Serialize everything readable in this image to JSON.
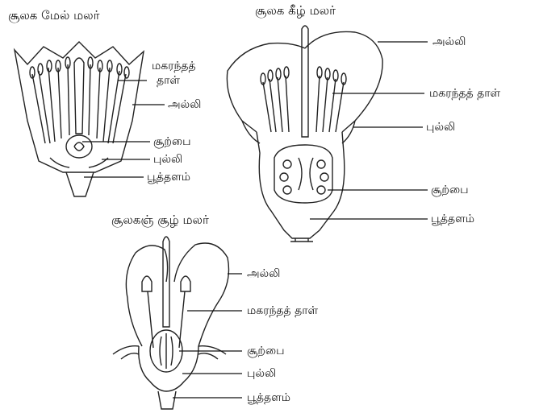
{
  "figure_a": {
    "title": "சூலக மேல் மலர்",
    "labels": {
      "stamen_line1": "மகரந்தத்",
      "stamen_line2": "தாள்",
      "petal": "அல்லி",
      "ovary": "சூற்பை",
      "sepal": "புல்லி",
      "thalamus": "பூத்தளம்"
    }
  },
  "figure_b": {
    "title": "சூலக கீழ் மலர்",
    "labels": {
      "petal": "அல்லி",
      "stamen": "மகரந்தத் தாள்",
      "sepal": "புல்லி",
      "ovary": "சூற்பை",
      "thalamus": "பூத்தளம்"
    }
  },
  "figure_c": {
    "title": "சூலகஞ் சூழ் மலர்",
    "labels": {
      "petal": "அல்லி",
      "stamen": "மகரந்தத் தாள்",
      "ovary": "சூற்பை",
      "sepal": "புல்லி",
      "thalamus": "பூத்தளம்"
    }
  }
}
